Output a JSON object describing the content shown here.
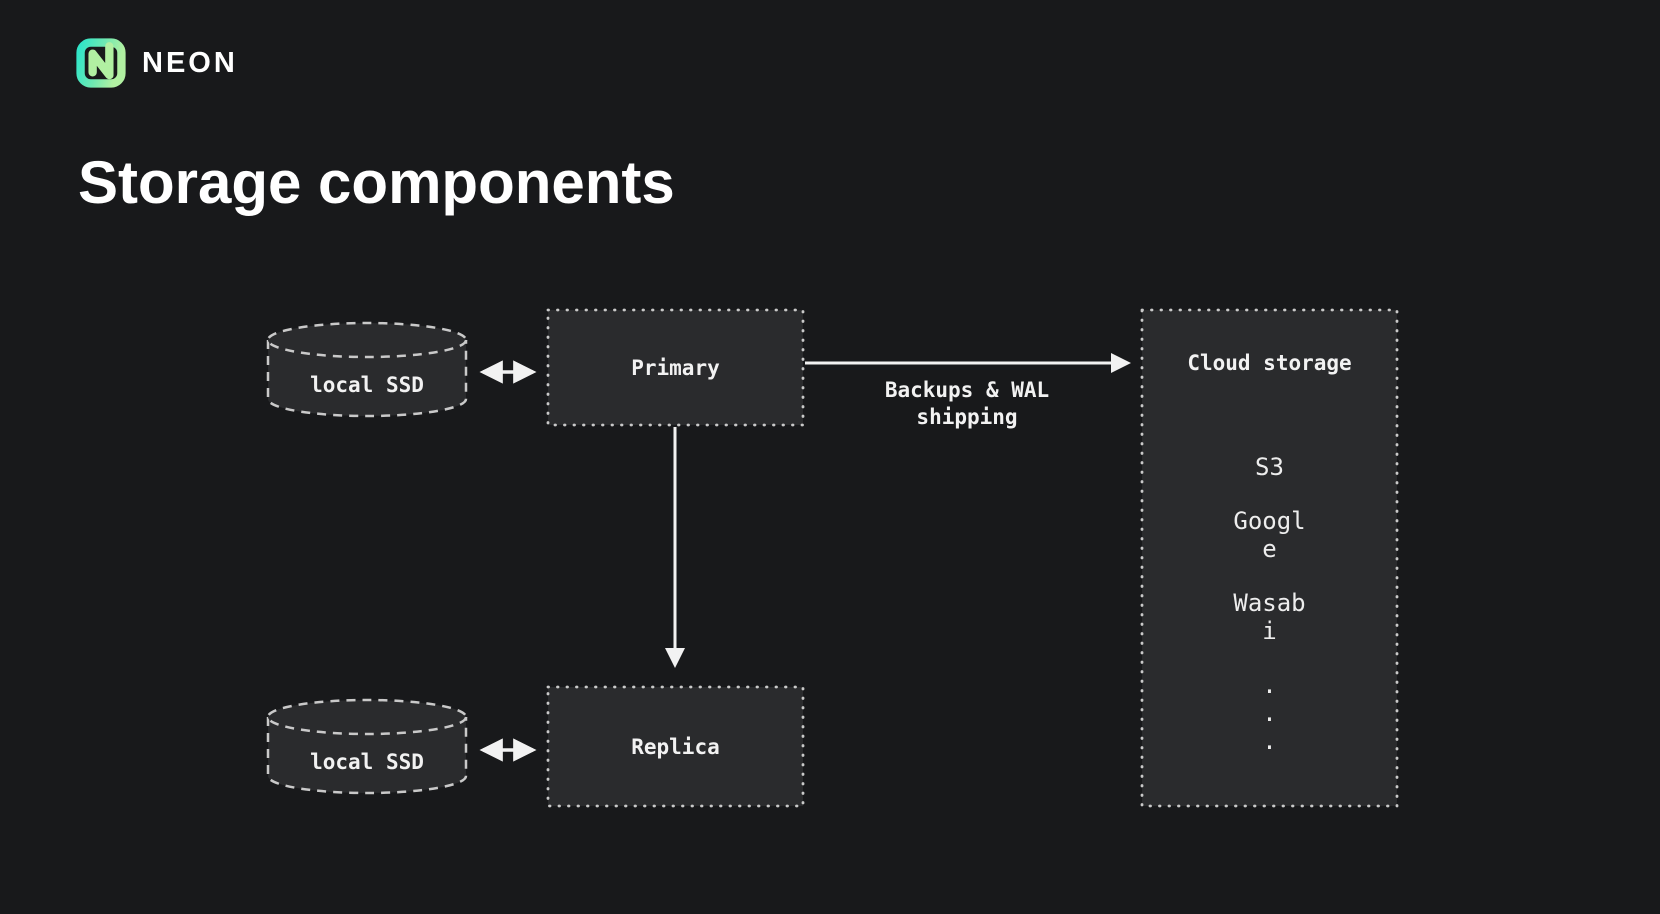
{
  "colors": {
    "background": "#18191b",
    "box_fill": "#2a2b2d",
    "border": "#c9c9c9",
    "text": "#f2f2f2",
    "arrow": "#f2f2f2",
    "logo_cyan": "#30e5c8",
    "logo_green": "#b1f0a2"
  },
  "header": {
    "brand": "NEON"
  },
  "title": "Storage components",
  "diagram": {
    "local_ssd_top": "local SSD",
    "local_ssd_bottom": "local SSD",
    "primary": "Primary",
    "replica": "Replica",
    "wal_label": "Backups & WAL shipping",
    "cloud": {
      "title": "Cloud storage",
      "items": [
        "S3",
        "Google",
        "Wasabi"
      ],
      "dots": [
        ".",
        ".",
        "."
      ]
    }
  }
}
